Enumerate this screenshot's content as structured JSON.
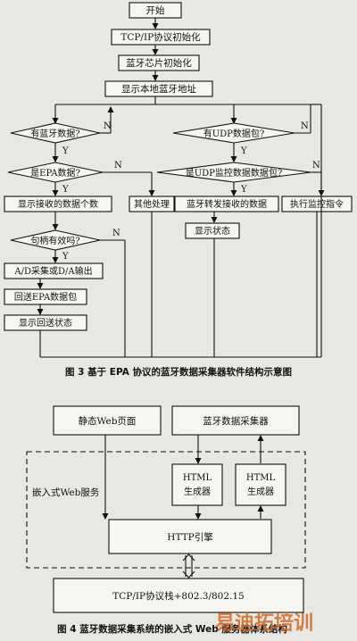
{
  "fig3": {
    "start": "开始",
    "tcpip_init": "TCP/IP协议初始化",
    "bt_chip_init": "蓝牙芯片初始化",
    "show_bt_addr": "显示本地蓝牙地址",
    "has_bt_data": "有蓝牙数据?",
    "is_epa": "是EPA数据?",
    "show_count": "显示接收的数据个数",
    "other": "其他处理",
    "cmd_valid": "句柄有效吗?",
    "adda": "A/D采集或D/A输出",
    "return_epa": "回送EPA数据包",
    "show_return": "显示回送状态",
    "has_udp": "有UDP数据包?",
    "is_udp_monitor": "是UDP监控数据数据包?",
    "bt_forward": "蓝牙转发接收的数据",
    "exec_monitor": "执行监控指令",
    "show_state": "显示状态",
    "Y": "Y",
    "N": "N",
    "caption": "图 3   基于 EPA 协议的蓝牙数据采集器软件结构示意图"
  },
  "fig4": {
    "static_web": "静态Web页面",
    "bt_collector": "蓝牙数据采集器",
    "html_gen": "HTML",
    "html_gen2": "生成器",
    "embedded_web": "嵌入式Web服务",
    "http_engine": "HTTP引擎",
    "stack": "TCP/IP协议栈+802.3/802.15",
    "caption": "图 4   蓝牙数据采集系统的嵌入式 Web 服务器体系结构"
  },
  "watermark": "易迪拓培训"
}
